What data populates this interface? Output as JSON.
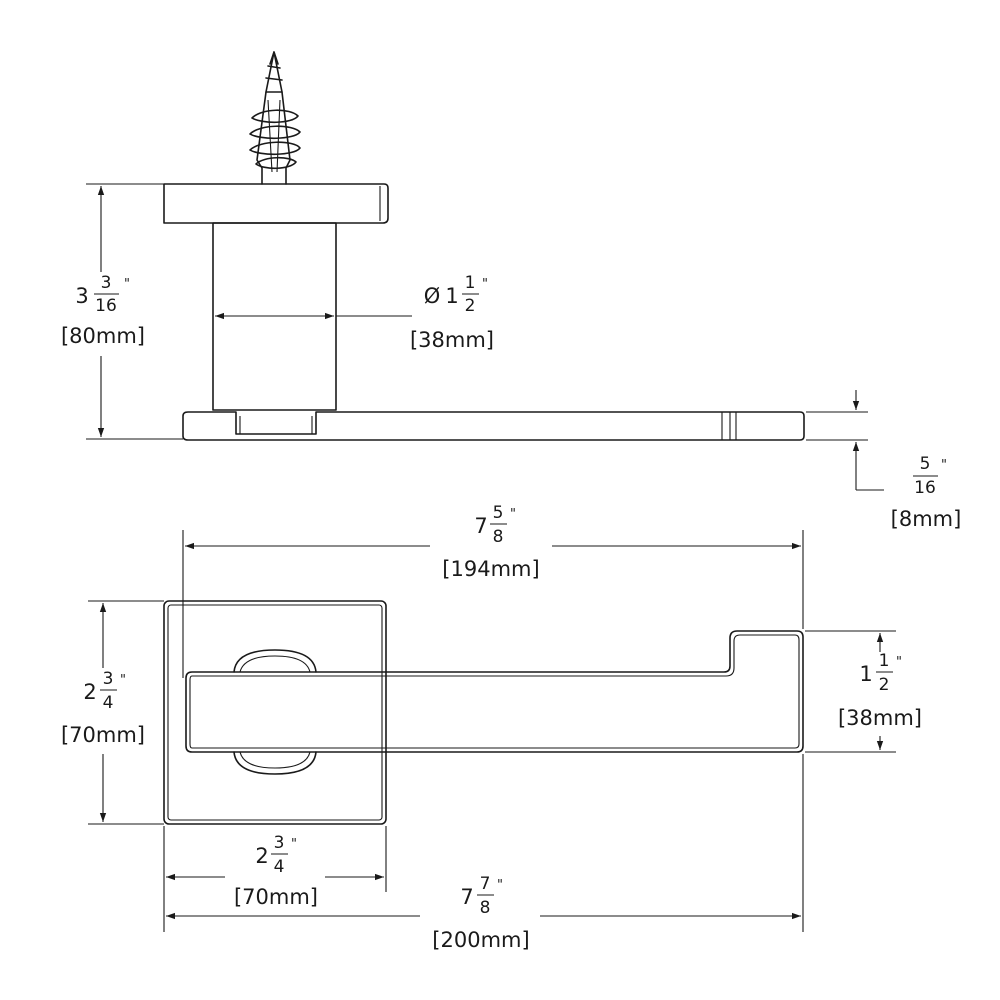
{
  "inch_mark": "\"",
  "height": {
    "whole": "3",
    "num": "3",
    "den": "16",
    "metric": "[80mm]"
  },
  "diameter": {
    "symbol": "Ø",
    "whole": "1",
    "num": "1",
    "den": "2",
    "metric": "[38mm]"
  },
  "thickness": {
    "num": "5",
    "den": "16",
    "metric": "[8mm]"
  },
  "lever_length": {
    "whole": "7",
    "num": "5",
    "den": "8",
    "metric": "[194mm]"
  },
  "rose_height": {
    "whole": "2",
    "num": "3",
    "den": "4",
    "metric": "[70mm]"
  },
  "lever_width": {
    "whole": "1",
    "num": "1",
    "den": "2",
    "metric": "[38mm]"
  },
  "rose_width": {
    "whole": "2",
    "num": "3",
    "den": "4",
    "metric": "[70mm]"
  },
  "overall_length": {
    "whole": "7",
    "num": "7",
    "den": "8",
    "metric": "[200mm]"
  }
}
